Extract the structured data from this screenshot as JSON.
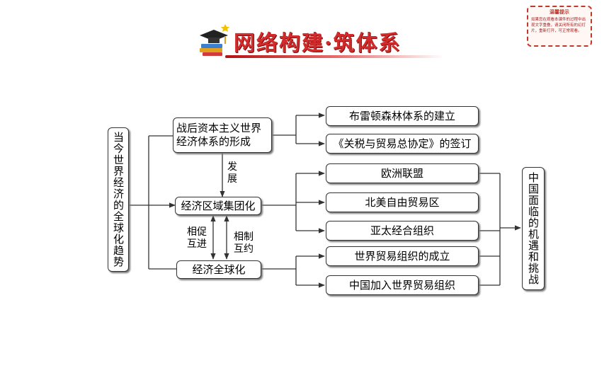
{
  "header": {
    "title": "网络构建·筑体系"
  },
  "tip": {
    "title": "温馨提示",
    "body": "如果您在观看本课件的过程中出现文字重叠，请关闭所有的幻灯片，重新打开，可正常观看。"
  },
  "diagram": {
    "root": "当今世界经济的全球化趋势",
    "stage1": "战后资本主义世界经济体系的形成",
    "stage2": "经济区域集团化",
    "stage3": "经济全球化",
    "label_develop": "发展",
    "label_promote": "相促互进",
    "label_restrict": "相制互约",
    "stage1_items": [
      "布雷顿森林体系的建立",
      "《关税与贸易总协定》的签订"
    ],
    "stage2_items": [
      "欧洲联盟",
      "北美自由贸易区",
      "亚太经合组织"
    ],
    "stage3_items": [
      "世界贸易组织的成立",
      "中国加入世界贸易组织"
    ],
    "result": "中国面临的机遇和挑战"
  }
}
